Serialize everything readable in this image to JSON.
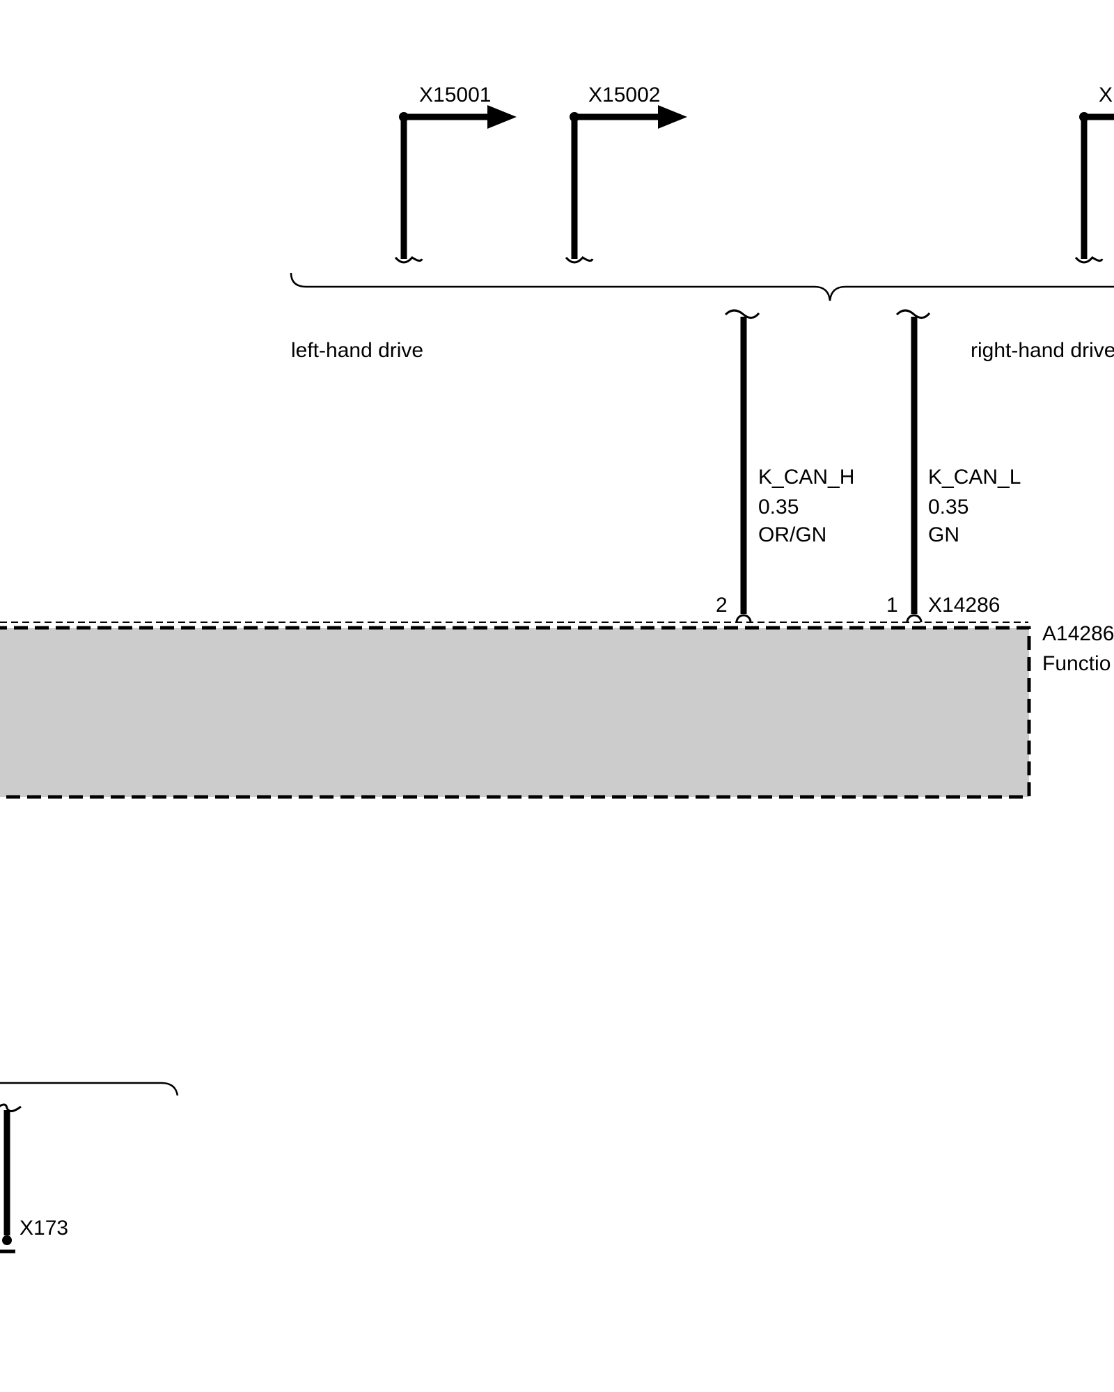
{
  "connectors": {
    "x15001": "X15001",
    "x15002": "X15002",
    "x_partial": "X",
    "x14286": "X14286",
    "x173": "X173"
  },
  "drive_options": {
    "left": "left-hand drive",
    "right": "right-hand drive"
  },
  "wires": [
    {
      "signal": "K_CAN_H",
      "gauge": "0.35",
      "color": "OR/GN",
      "pin": "2"
    },
    {
      "signal": "K_CAN_L",
      "gauge": "0.35",
      "color": "GN",
      "pin": "1"
    }
  ],
  "component": {
    "id": "A14286",
    "name": "Functio"
  },
  "colors": {
    "line": "#000000",
    "component_fill": "#cccccc",
    "background": "#ffffff"
  }
}
